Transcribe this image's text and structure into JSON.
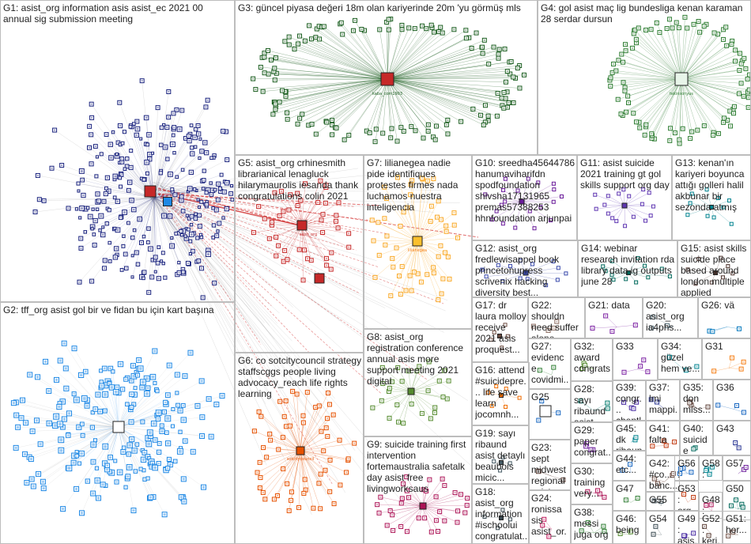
{
  "groups": [
    {
      "id": "G1",
      "label": "G1: asist_org information asis asist_ec 2021 00 annual sig submission meeting",
      "color": "#1a237e"
    },
    {
      "id": "G2",
      "label": "G2: tff_org asist gol bir ve fidan bu için kart başına",
      "color": "#1e88e5"
    },
    {
      "id": "G3",
      "label": "G3: güncel piyasa değeri 18m olan kariyerinde 20m 'yu görmüş mls",
      "color": "#1b5e20"
    },
    {
      "id": "G4",
      "label": "G4: gol asist maç lig bundesliga kenan karaman 28 serdar dursun",
      "color": "#2e7d32"
    },
    {
      "id": "G5",
      "label": "G5: asist_org crhinesmith librarianical lenagluck hilarymaurolis iesanda thank congratulations colin 2021",
      "color": "#c62828"
    },
    {
      "id": "G6",
      "label": "G6: co sotcitycouncil strategy staffscggs people living advocacy_reach life rights learning",
      "color": "#e65100"
    },
    {
      "id": "G7",
      "label": "G7: lilianegea nadie pide identifiques protestes firmes nada luchamos nuestra inteligencia",
      "color": "#f9a825"
    },
    {
      "id": "G8",
      "label": "G8: asist_org registration conference annual asis more support meeting 2021 digital",
      "color": "#558b2f"
    },
    {
      "id": "G9",
      "label": "G9: suicide training first intervention fortemaustralia safetalk day asist free livingworksaus",
      "color": "#ad1457"
    },
    {
      "id": "G10",
      "label": "G10: sreedha45644786 hanumaviharifdn spodfoundation shivsha17131965 premas57388253 hhnfoundation arjunpai",
      "color": "#6a1b9a"
    },
    {
      "id": "G11",
      "label": "G11: asist suicide 2021 training gt gol skills support org day",
      "color": "#5e35b1"
    },
    {
      "id": "G12",
      "label": "G12: asist_org fredlewisappel book princetonupress scrivenix hacking diversity best...",
      "color": "#3949ab"
    },
    {
      "id": "G13",
      "label": "G13: kenan'ın kariyeri boyunca attığı golleri halil akbunar bir sezonda atmış",
      "color": "#00838f"
    },
    {
      "id": "G14",
      "label": "G14: webinar research invitation rda library data ig outputs june 28",
      "color": "#00695c"
    },
    {
      "id": "G15",
      "label": "G15: asist skills suicide place based around london multiple applied",
      "color": "#4e342e"
    },
    {
      "id": "G16",
      "label": "G16: attend #suicidepre... life save learn jocomnh...",
      "color": "#ef6c00"
    },
    {
      "id": "G17",
      "label": "G17: dr laura molloy receive 2021 asis proquest...",
      "color": "#6d4c41"
    },
    {
      "id": "G18",
      "label": "G18: asist_org information #ischoolui congratulat...",
      "color": "#37474f"
    },
    {
      "id": "G19",
      "label": "G19: sayı ribaund asist detaylı beaubois micic...",
      "color": "#455a64"
    },
    {
      "id": "G20",
      "label": "G20: asist_org ia4phs...",
      "color": "#546e7a"
    },
    {
      "id": "G21",
      "label": "G21: data",
      "color": "#7b1fa2"
    },
    {
      "id": "G22",
      "label": "G22: shouldn need suffer alone lines...",
      "color": "#8d6e63"
    },
    {
      "id": "G23",
      "label": "G23: sept midwest regional asist_or...",
      "color": "#5d4037"
    },
    {
      "id": "G24",
      "label": "G24: ronissa sis asist_or...",
      "color": "#c2185b"
    },
    {
      "id": "G25",
      "label": "G25",
      "color": "#1565c0"
    },
    {
      "id": "G26",
      "label": "G26: vä",
      "color": "#0277bd"
    },
    {
      "id": "G27",
      "label": "G27: evidence covidmi... asist_or...",
      "color": "#2e7d32"
    },
    {
      "id": "G28",
      "label": "G28: sayı ribaund asist...",
      "color": "#00796b"
    },
    {
      "id": "G29",
      "label": "G29: paper congrat...",
      "color": "#6a1b9a"
    },
    {
      "id": "G30",
      "label": "G30: training very...",
      "color": "#ad1457"
    },
    {
      "id": "G31",
      "label": "G31",
      "color": "#f57f17"
    },
    {
      "id": "G32",
      "label": "G32: award congrats",
      "color": "#558b2f"
    },
    {
      "id": "G33",
      "label": "G33",
      "color": "#7b1fa2"
    },
    {
      "id": "G34",
      "label": "G34: güzel hem ve...",
      "color": "#00838f"
    },
    {
      "id": "G35",
      "label": "G35: don miss...",
      "color": "#5d4037"
    },
    {
      "id": "G36",
      "label": "G36",
      "color": "#1565c0"
    },
    {
      "id": "G37",
      "label": "G37: lmi mappi...",
      "color": "#283593"
    },
    {
      "id": "G38",
      "label": "G38: messi juga org",
      "color": "#2e7d32"
    },
    {
      "id": "G39",
      "label": "G39: congr... cbentl...",
      "color": "#4527a0"
    },
    {
      "id": "G40",
      "label": "G40: suicide",
      "color": "#00695c"
    },
    {
      "id": "G41",
      "label": "G41: falta",
      "color": "#bf360c"
    },
    {
      "id": "G42",
      "label": "G42: #co... banc...",
      "color": "#6d4c41"
    },
    {
      "id": "G43",
      "label": "G43",
      "color": "#283593"
    },
    {
      "id": "G44",
      "label": "G44: etc...",
      "color": "#1565c0"
    },
    {
      "id": "G45",
      "label": "G45: dk ribaun...",
      "color": "#00838f"
    },
    {
      "id": "G46",
      "label": "G46: being",
      "color": "#558b2f"
    },
    {
      "id": "G47",
      "label": "G47",
      "color": "#2e7d32"
    },
    {
      "id": "G48",
      "label": "G48: #be...",
      "color": "#ad1457"
    },
    {
      "id": "G49",
      "label": "G49: asis...",
      "color": "#4527a0"
    },
    {
      "id": "G50",
      "label": "G50",
      "color": "#00695c"
    },
    {
      "id": "G51",
      "label": "G51: hor...",
      "color": "#6d4c41"
    },
    {
      "id": "G52",
      "label": "G52: kerj...",
      "color": "#5d4037"
    },
    {
      "id": "G53",
      "label": "G53: org...",
      "color": "#bf360c"
    },
    {
      "id": "G54",
      "label": "G54",
      "color": "#37474f"
    },
    {
      "id": "G55",
      "label": "G55",
      "color": "#37474f"
    },
    {
      "id": "G56",
      "label": "G56: asis...",
      "color": "#1565c0"
    },
    {
      "id": "G57",
      "label": "G57",
      "color": "#6a1b9a"
    },
    {
      "id": "G58",
      "label": "G58: lubo...",
      "color": "#00838f"
    }
  ],
  "hub_labels": {
    "g3": "kaba_com1903",
    "g4": "tekinsonyus",
    "g5": "asist_org",
    "g6": "sotcitycouncil",
    "g7": "lilianegea"
  }
}
